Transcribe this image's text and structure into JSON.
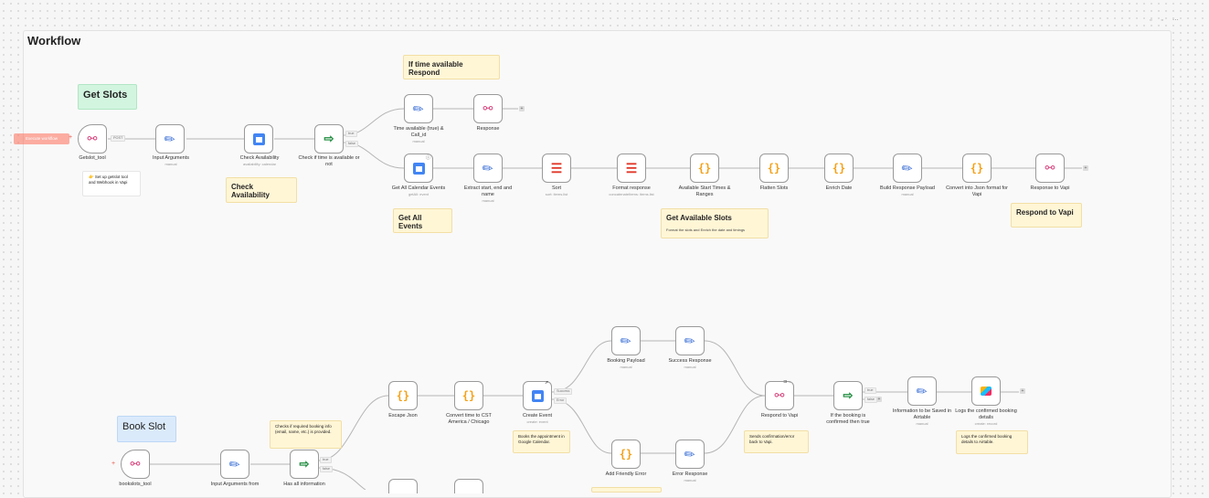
{
  "canvas": {
    "title": "Workflow",
    "top_tools": "▫ ▫ ⋯"
  },
  "execute_button": "Execute workflow",
  "notes": {
    "get_slots": "Get Slots",
    "if_time_available": "If time available Respond",
    "check_availability": "Check Availability",
    "get_all_events": "Get All Events",
    "get_available_slots_title": "Get Available Slots",
    "get_available_slots_desc": "Format the slots and Enrich the date and timings",
    "respond_to_vapi": "Respond to Vapi",
    "setup_tool": "👉 Set up getslot tool and Webhook in Vapi",
    "book_slot": "Book Slot",
    "checks_required": "Checks if required booking info (email, name, etc.) is provided.",
    "books_appointment": "Books the appointment in Google Calendar.",
    "sends_confirmation": "Sends confirmation/error back to Vapi.",
    "logs_confirmed": "Logs the confirmed booking details to Airtable."
  },
  "nodes": {
    "getslot_tool": {
      "label": "Getslot_tool",
      "icon": "webhook-icon"
    },
    "input_arguments": {
      "label": "Input Arguments",
      "sub": "manual"
    },
    "check_availability": {
      "label": "Check Availability",
      "sub": "availability: calendar"
    },
    "check_if_time": {
      "label": "Check if time is available or not"
    },
    "time_available": {
      "label": "Time available (true) & Call_id",
      "sub": "manual"
    },
    "response": {
      "label": "Response"
    },
    "get_all_calendar_events": {
      "label": "Get All Calendar Events",
      "sub": "getAll: event"
    },
    "extract_start_end": {
      "label": "Extract start, end and name",
      "sub": "manual"
    },
    "sort": {
      "label": "Sort",
      "sub": "sort: items.list"
    },
    "format_response": {
      "label": "Format response",
      "sub": "concatenateItems: items.list"
    },
    "available_start_times": {
      "label": "Available Start Times & Ranges"
    },
    "flatten_slots": {
      "label": "Flatten Slots"
    },
    "enrich_date": {
      "label": "Enrich Date"
    },
    "build_response_payload": {
      "label": "Build Response Payload",
      "sub": "manual"
    },
    "convert_json": {
      "label": "Convert into Json format for Vapi"
    },
    "response_to_vapi": {
      "label": "Response to Vapi"
    },
    "bookslots_tool": {
      "label": "bookslots_tool"
    },
    "input_arguments_from": {
      "label": "Input Arguments from"
    },
    "has_all_information": {
      "label": "Has all information"
    },
    "escape_json": {
      "label": "Escape Json"
    },
    "convert_time": {
      "label": "Convert time to CST America / Chicago"
    },
    "create_event": {
      "label": "Create Event",
      "sub": "create: event"
    },
    "booking_payload": {
      "label": "Booking Payload",
      "sub": "manual"
    },
    "success_response": {
      "label": "Success Response",
      "sub": "manual"
    },
    "add_friendly_error": {
      "label": "Add Friendly Error"
    },
    "error_response": {
      "label": "Error Response",
      "sub": "manual"
    },
    "respond_to_vapi_node": {
      "label": "Respond to Vapi"
    },
    "if_booking_confirmed": {
      "label": "If the booking is confirmed then true"
    },
    "info_saved_airtable": {
      "label": "Information to be Saved in Airtable",
      "sub": "manual"
    },
    "logs_confirmed_booking": {
      "label": "Logs the confirmed booking details",
      "sub": "create: record"
    }
  },
  "branch_labels": {
    "true": "true",
    "false": "false",
    "success": "Success",
    "error": "Error",
    "post": "POST"
  },
  "colors": {
    "accent": "#ff6f5b",
    "note_yellow": "#fff6d6",
    "note_green": "#d2f5df",
    "note_blue": "#dbeafb"
  }
}
